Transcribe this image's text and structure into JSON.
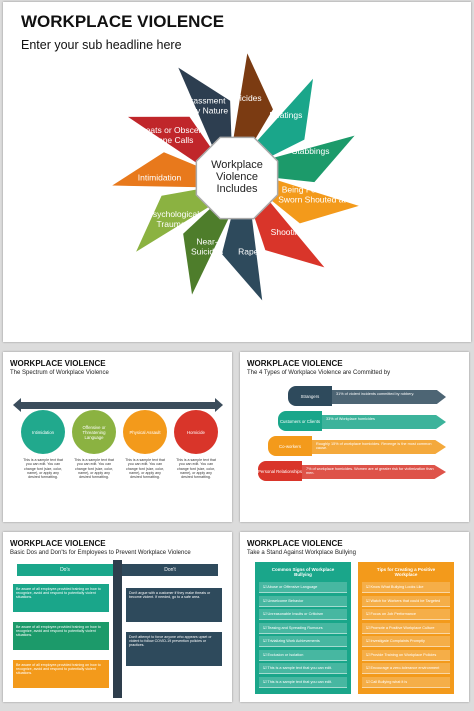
{
  "main": {
    "title": "WORKPLACE VIOLENCE",
    "subtitle": "Enter your sub headline here",
    "center": [
      "Workplace",
      "Violence",
      "Includes"
    ],
    "petals": [
      {
        "label": [
          "Suicides"
        ],
        "color": "#7b3b12"
      },
      {
        "label": [
          "Beatings"
        ],
        "color": "#1aa68a"
      },
      {
        "label": [
          "Stabbings"
        ],
        "color": "#1c9a6a"
      },
      {
        "label": [
          "Being Followed,",
          "Sworn Shouted at"
        ],
        "color": "#f39a1b"
      },
      {
        "label": [
          "Shootings"
        ],
        "color": "#d9352a"
      },
      {
        "label": [
          "Rapes"
        ],
        "color": "#2e4a5c"
      },
      {
        "label": [
          "Near-",
          "Suicides"
        ],
        "color": "#4e7d2b"
      },
      {
        "label": [
          "Psychological",
          "Traumas"
        ],
        "color": "#8bb241"
      },
      {
        "label": [
          "Intimidation"
        ],
        "color": "#e8791c"
      },
      {
        "label": [
          "Threats or Obscene",
          "Phone Calls"
        ],
        "color": "#c0262a"
      },
      {
        "label": [
          "Harassment",
          "of any Nature"
        ],
        "color": "#2d3e50"
      }
    ]
  },
  "slide2": {
    "title": "WORKPLACE VIOLENCE",
    "subtitle": "The Spectrum of Workplace Violence",
    "items": [
      {
        "label": "Intimidation",
        "color": "#21a98d"
      },
      {
        "label": "Offensive or Threatening Language",
        "color": "#8bb241"
      },
      {
        "label": "Physical Assault",
        "color": "#f39a1b"
      },
      {
        "label": "Homicide",
        "color": "#d9352a"
      }
    ],
    "body": "This is a sample text that you can edit. You can change font (size, color, name), or apply any desired formatting."
  },
  "slide3": {
    "title": "WORKPLACE VIOLENCE",
    "subtitle": "The 4 Types of Workplace Violence are Committed by",
    "rows": [
      {
        "label": "Strangers",
        "text": "31% of violent incidents committed by robbery.",
        "color": "#2e4a5c"
      },
      {
        "label": "Customers or Clients",
        "text": "33% of Workplace homicides",
        "color": "#1aa68a"
      },
      {
        "label": "Co-workers",
        "text": "Roughly 15% of workplace homicides. Revenge is the most common cause.",
        "color": "#f39a1b"
      },
      {
        "label": "Personal Relationships",
        "text": "7% of workplace homicides. Women are at greater risk for victimization than men.",
        "color": "#d9352a"
      }
    ]
  },
  "slide4": {
    "title": "WORKPLACE VIOLENCE",
    "subtitle": "Basic Dos and Don'ts for Employees to Prevent Workplace Violence",
    "dos_label": "Do's",
    "donts_label": "Don't",
    "dos": [
      "Be aware of all employee-provided training on how to recognize, avoid and respond to potentially violent situations.",
      "Be aware of all employee-provided training on how to recognize, avoid and respond to potentially violent situations.",
      "Be aware of all employee-provided training on how to recognize, avoid and respond to potentially violent situations."
    ],
    "donts": [
      "Don't argue with a customer if they make threats or become violent. If needed, go to a safe area.",
      "Don't attempt to force anyone who appears upset or violent to follow COVID-19 prevention policies or practices."
    ]
  },
  "slide5": {
    "title": "WORKPLACE VIOLENCE",
    "subtitle": "Take a Stand Against Workplace Bullying",
    "left_head": "Common Signs of Workplace Bullying",
    "left": [
      "Abuse or Offensive Language",
      "Unwelcome Behavior",
      "Unreasonable Insults or Criticism",
      "Teasing and Spreading Rumours",
      "Trivializing Work Achievements",
      "Exclusion or Isolation",
      "This is a sample text that you can edit.",
      "This is a sample text that you can edit."
    ],
    "right_head": "Tips for Creating a Positive Workplace",
    "right": [
      "Know What Bullying Looks Like",
      "Watch for Workers that could be Targeted",
      "Focus on Job Performance",
      "Promote a Positive Workplace Culture",
      "Investigate Complaints Promptly",
      "Provide Training on Workplace Policies",
      "Encourage a zero-tolerance environment",
      "Call Bullying what it is"
    ]
  }
}
